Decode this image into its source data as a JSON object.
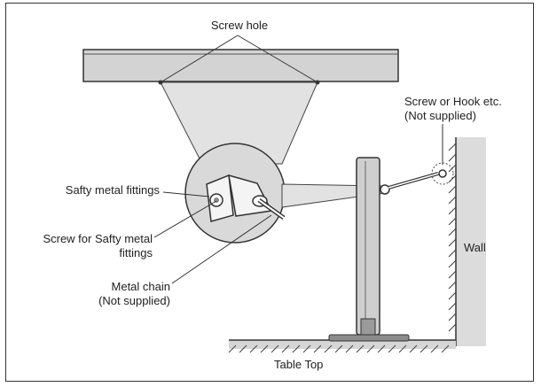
{
  "labels": {
    "screw_hole": "Screw hole",
    "screw_or_hook_line1": "Screw or Hook etc.",
    "screw_or_hook_line2": "(Not supplied)",
    "safty_fittings": "Safty metal fittings",
    "screw_for_fittings_line1": "Screw for Safty metal",
    "screw_for_fittings_line2": "fittings",
    "metal_chain_line1": "Metal chain",
    "metal_chain_line2": "(Not supplied)",
    "wall": "Wall",
    "table_top": "Table Top"
  },
  "colors": {
    "line": "#333333",
    "fill_gray": "#d6d6d6",
    "wall_gray": "#dcdcdc",
    "magnifier": "#d9d9d9"
  }
}
